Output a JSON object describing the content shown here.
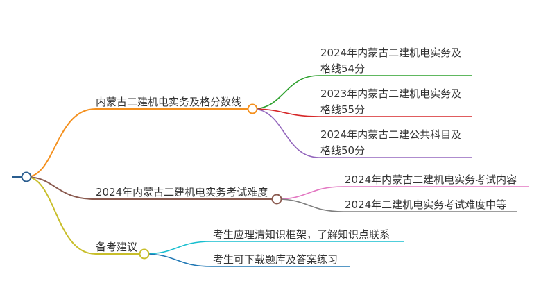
{
  "colors": {
    "root_line": "#2a5d8f",
    "b1": "#f4901e",
    "b2": "#8a5a4f",
    "b3": "#c8be2a",
    "l1": "#2ca02c",
    "l2": "#d62728",
    "l3": "#9467bd",
    "l4": "#e377c2",
    "l5": "#7f7f7f",
    "l6": "#17becf",
    "l7": "#1f77b4"
  },
  "root": {
    "label": ""
  },
  "branches": [
    {
      "label": "内蒙古二建机电实务及格分数线",
      "children": [
        {
          "lines": [
            "2024年内蒙古二建机电实务及",
            "格线54分"
          ]
        },
        {
          "lines": [
            "2023年内蒙古二建机电实务及",
            "格线55分"
          ]
        },
        {
          "lines": [
            "2024年内蒙古二建公共科目及",
            "格线50分"
          ]
        }
      ]
    },
    {
      "label": "2024年内蒙古二建机电实务考试难度",
      "children": [
        {
          "lines": [
            "2024年内蒙古二建机电实务考试内容"
          ]
        },
        {
          "lines": [
            "2024年二建机电实务考试难度中等"
          ]
        }
      ]
    },
    {
      "label": "备考建议",
      "children": [
        {
          "lines": [
            "考生应理清知识框架，了解知识点联系"
          ]
        },
        {
          "lines": [
            "考生可下载题库及答案练习"
          ]
        }
      ]
    }
  ]
}
